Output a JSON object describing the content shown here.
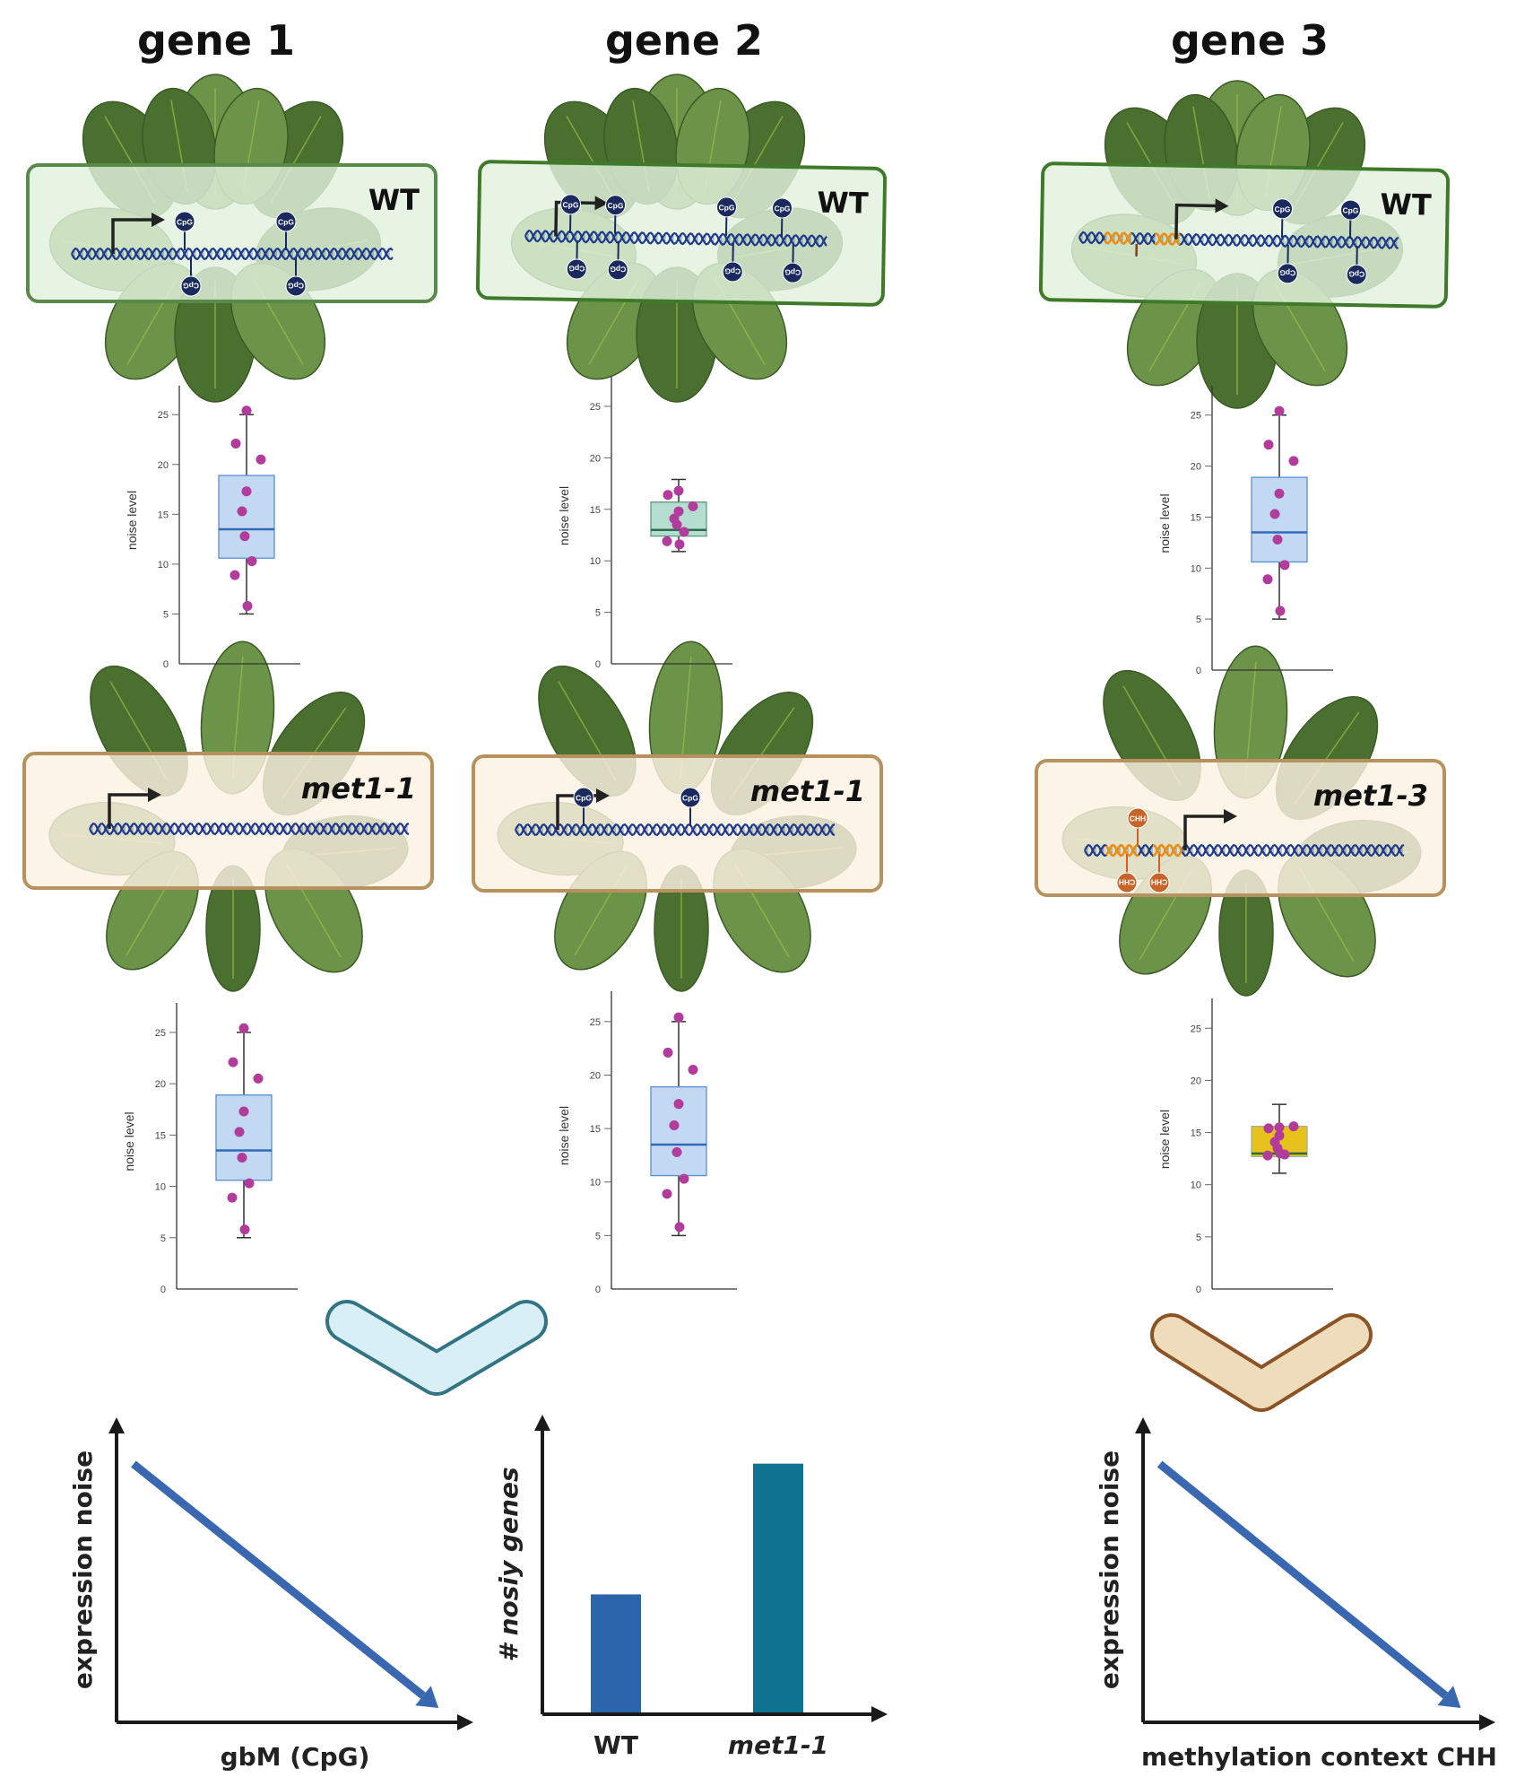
{
  "genes": [
    {
      "title": "gene 1"
    },
    {
      "title": "gene 2"
    },
    {
      "title": "gene 3"
    }
  ],
  "panels": {
    "g1_wt": {
      "label": "WT",
      "italic": false,
      "theme": "wt",
      "marks": {
        "top": [
          "CpG",
          "CpG"
        ],
        "bottom": [
          "CpG",
          "CpG"
        ]
      }
    },
    "g2_wt": {
      "label": "WT",
      "italic": false,
      "theme": "wt",
      "marks": {
        "top": [
          "CpG",
          "CpG",
          "CpG",
          "CpG"
        ],
        "bottom": [
          "CpG",
          "CpG",
          "CpG",
          "CpG"
        ]
      }
    },
    "g3_wt": {
      "label": "WT",
      "italic": false,
      "theme": "wt",
      "marks": {
        "top": [
          "CpG",
          "CpG"
        ],
        "bottom": [
          "CpG",
          "CpG"
        ]
      }
    },
    "g1_mut": {
      "label": "met1-1",
      "italic": true,
      "theme": "mut",
      "marks": {
        "top": [],
        "bottom": []
      }
    },
    "g2_mut": {
      "label": "met1-1",
      "italic": true,
      "theme": "mut",
      "marks": {
        "top": [
          "CpG",
          "CpG"
        ],
        "bottom": []
      }
    },
    "g3_mut": {
      "label": "met1-3",
      "italic": true,
      "theme": "mut",
      "marks": {
        "top": [
          "CHH"
        ],
        "bottom": [
          "CHH",
          "CHH"
        ]
      }
    }
  },
  "colors": {
    "wt_fill": "#e2f2dd",
    "wt_border": "#5a8a4a",
    "wt_border_dark": "#3e7a2a",
    "mut_fill": "#fdf1e3",
    "mut_border": "#b8925e",
    "dna": "#1f3a8a",
    "dna_orange": "#e8901a",
    "cpg": "#1b2a5e",
    "chh": "#c8642a",
    "leaf_dark": "#4a7030",
    "leaf_light": "#6c9448",
    "point": "#b23c9b",
    "box_blue": "#c3d8f2",
    "box_blue_edge": "#5b8fd0",
    "median_blue": "#2f6cb5",
    "box_green": "#b5ddd0",
    "box_green_edge": "#5a9a80",
    "median_green": "#2e6b4e",
    "box_yellow": "#e8c21c",
    "box_yellow_edge": "#9fb0a0",
    "median_yellow": "#2f6b3a",
    "chevron_teal_fill": "#d9eff6",
    "chevron_teal_stroke": "#327484",
    "chevron_tan_fill": "#efdcbb",
    "chevron_tan_stroke": "#8b5426",
    "trend_arrow": "#3a68b0",
    "bar_wt": "#2b65ac",
    "bar_met": "#0e7290"
  },
  "chart_data": [
    {
      "id": "g1_wt_box",
      "type": "box",
      "title": "",
      "ylabel": "noise level",
      "ylim": [
        0,
        27
      ],
      "yticks": [
        0,
        5,
        10,
        15,
        20,
        25
      ],
      "box": {
        "whisker_low": 5,
        "q1": 10.6,
        "median": 13.5,
        "q3": 18.9,
        "whisker_high": 25
      },
      "points": [
        25.4,
        22.1,
        20.5,
        17.3,
        15.3,
        12.8,
        10.3,
        8.9,
        5.8
      ],
      "style": "blue"
    },
    {
      "id": "g2_wt_box",
      "type": "box",
      "title": "",
      "ylabel": "noise level",
      "ylim": [
        0,
        27
      ],
      "yticks": [
        0,
        5,
        10,
        15,
        20,
        25
      ],
      "box": {
        "whisker_low": 10.9,
        "q1": 12.4,
        "median": 13.0,
        "q3": 15.7,
        "whisker_high": 17.9
      },
      "points": [
        16.8,
        16.4,
        15.3,
        14.8,
        14.1,
        13.5,
        12.8,
        11.9,
        11.6
      ],
      "style": "green"
    },
    {
      "id": "g3_wt_box",
      "type": "box",
      "title": "",
      "ylabel": "noise level",
      "ylim": [
        0,
        27
      ],
      "yticks": [
        0,
        5,
        10,
        15,
        20,
        25
      ],
      "box": {
        "whisker_low": 5,
        "q1": 10.6,
        "median": 13.5,
        "q3": 18.9,
        "whisker_high": 25
      },
      "points": [
        25.4,
        22.1,
        20.5,
        17.3,
        15.3,
        12.8,
        10.3,
        8.9,
        5.8
      ],
      "style": "blue"
    },
    {
      "id": "g1_mut_box",
      "type": "box",
      "title": "",
      "ylabel": "noise level",
      "ylim": [
        0,
        27
      ],
      "yticks": [
        0,
        5,
        10,
        15,
        20,
        25
      ],
      "box": {
        "whisker_low": 5,
        "q1": 10.6,
        "median": 13.5,
        "q3": 18.9,
        "whisker_high": 25
      },
      "points": [
        25.4,
        22.1,
        20.5,
        17.3,
        15.3,
        12.8,
        10.3,
        8.9,
        5.8
      ],
      "style": "blue"
    },
    {
      "id": "g2_mut_box",
      "type": "box",
      "title": "",
      "ylabel": "noise level",
      "ylim": [
        0,
        27
      ],
      "yticks": [
        0,
        5,
        10,
        15,
        20,
        25
      ],
      "box": {
        "whisker_low": 5,
        "q1": 10.6,
        "median": 13.5,
        "q3": 18.9,
        "whisker_high": 25
      },
      "points": [
        25.4,
        22.1,
        20.5,
        17.3,
        15.3,
        12.8,
        10.3,
        8.9,
        5.8
      ],
      "style": "blue"
    },
    {
      "id": "g3_mut_box",
      "type": "box",
      "title": "",
      "ylabel": "noise level",
      "ylim": [
        0,
        27
      ],
      "yticks": [
        0,
        5,
        10,
        15,
        20,
        25
      ],
      "box": {
        "whisker_low": 11.1,
        "q1": 12.7,
        "median": 13.0,
        "q3": 15.6,
        "whisker_high": 17.7
      },
      "points": [
        15.5,
        15.4,
        15.6,
        14.7,
        14.1,
        13.5,
        12.9,
        12.8,
        13.0
      ],
      "style": "yellow"
    },
    {
      "id": "trend_gbm",
      "type": "line",
      "xlabel": "gbM (CpG)",
      "ylabel": "expression noise",
      "trend": "decreasing",
      "x": [
        0.05,
        0.95
      ],
      "y": [
        0.9,
        0.05
      ],
      "xlim": [
        0,
        1
      ],
      "ylim": [
        0,
        1
      ]
    },
    {
      "id": "noisy_genes_bar",
      "type": "bar",
      "xlabel": "",
      "ylabel": "# nosiy genes",
      "categories": [
        "WT",
        "met1-1"
      ],
      "values": [
        0.44,
        0.92
      ],
      "ylim": [
        0,
        1.1
      ]
    },
    {
      "id": "trend_chh",
      "type": "line",
      "xlabel": "methylation context CHH",
      "ylabel": "expression noise",
      "trend": "decreasing",
      "x": [
        0.05,
        0.95
      ],
      "y": [
        0.9,
        0.05
      ],
      "xlim": [
        0,
        1
      ],
      "ylim": [
        0,
        1
      ]
    }
  ]
}
